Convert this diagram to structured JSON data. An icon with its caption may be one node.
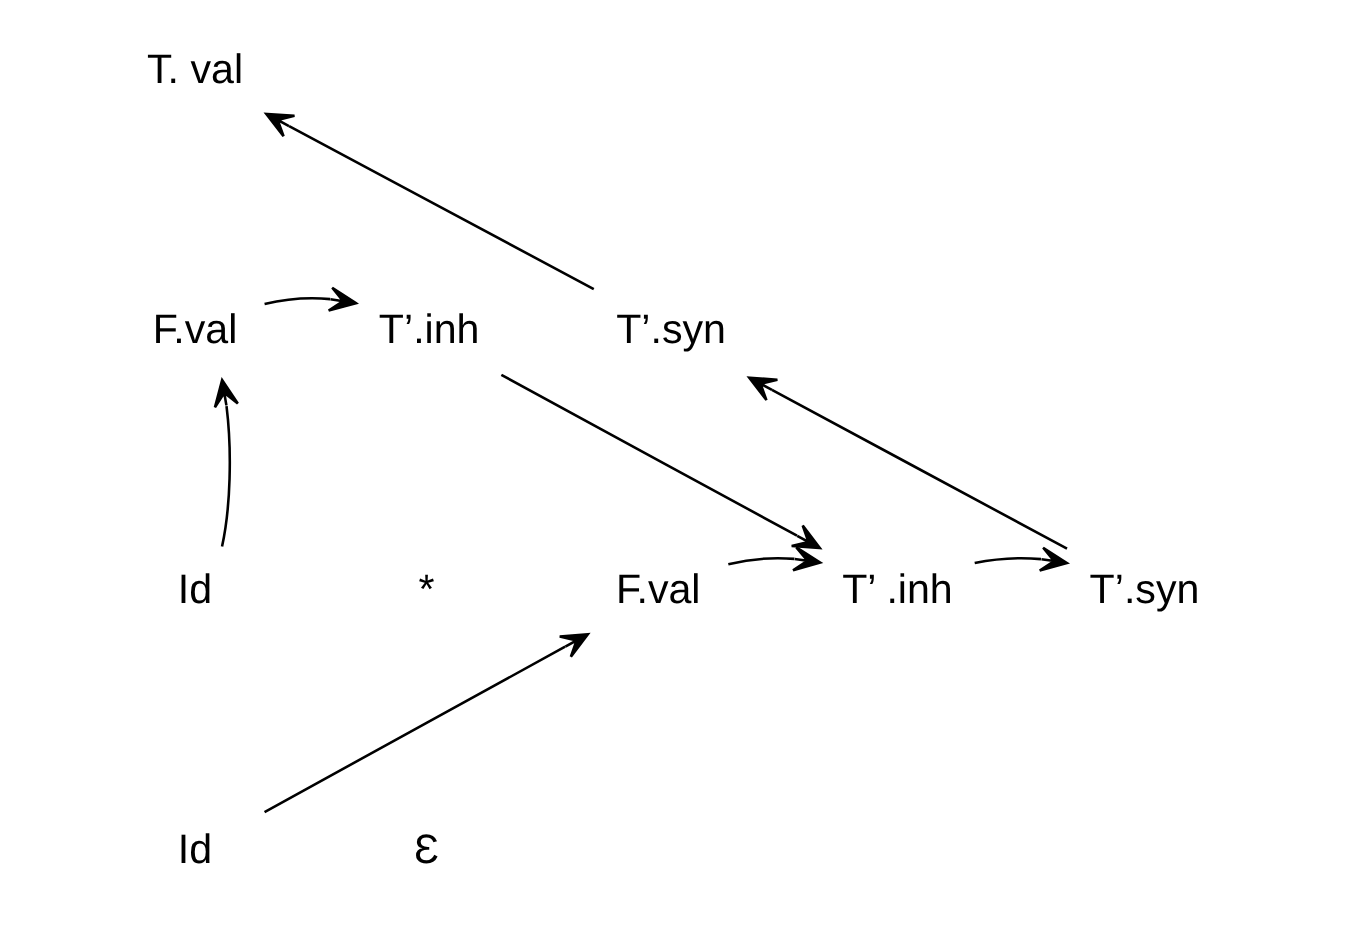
{
  "diagram": {
    "nodes": [
      {
        "text": [
          "T. val"
        ]
      },
      {
        "text": [
          "F.val"
        ]
      },
      {
        "text": [
          "T’.inh"
        ]
      },
      {
        "text": [
          "T’.syn"
        ]
      },
      {
        "text": [
          "Id"
        ]
      },
      {
        "text": [
          "F.val"
        ]
      },
      {
        "text": [
          "T’ .inh"
        ]
      },
      {
        "text": [
          "T’.syn"
        ]
      },
      {
        "text": [
          "Id"
        ]
      }
    ],
    "edges": [
      {
        "from": 1,
        "to": 2,
        "arrow": "to"
      },
      {
        "from": 3,
        "to": 0,
        "arrow": "to"
      },
      {
        "from": 4,
        "to": 1,
        "arrow": "to"
      },
      {
        "from": 2,
        "to": 6,
        "arrow": "to"
      },
      {
        "from": 7,
        "to": 3,
        "arrow": "to"
      },
      {
        "from": 5,
        "to": 6,
        "arrow": "to"
      },
      {
        "from": 6,
        "to": 7,
        "arrow": "to"
      },
      {
        "from": 8,
        "to": 5,
        "arrow": "to"
      }
    ],
    "labels": [
      "*",
      "Ɛ"
    ]
  }
}
